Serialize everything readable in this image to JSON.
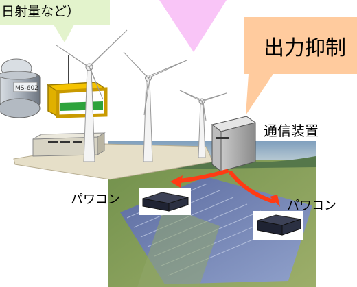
{
  "callouts": {
    "irradiance": "日射量など）",
    "output_control": "出力抑制"
  },
  "labels": {
    "communication_device": "通信装置",
    "pcs_left": "パワコン",
    "pcs_right": "パワコン"
  },
  "colors": {
    "callout_green": "#e3f3cc",
    "callout_pink": "#f9c5f7",
    "callout_orange": "#ffcb9e",
    "arrow_red": "#ff3b14"
  },
  "icons": [
    "pyranometer-sensor",
    "wind-turbine",
    "communication-box",
    "power-conditioner",
    "solar-farm-photo"
  ]
}
